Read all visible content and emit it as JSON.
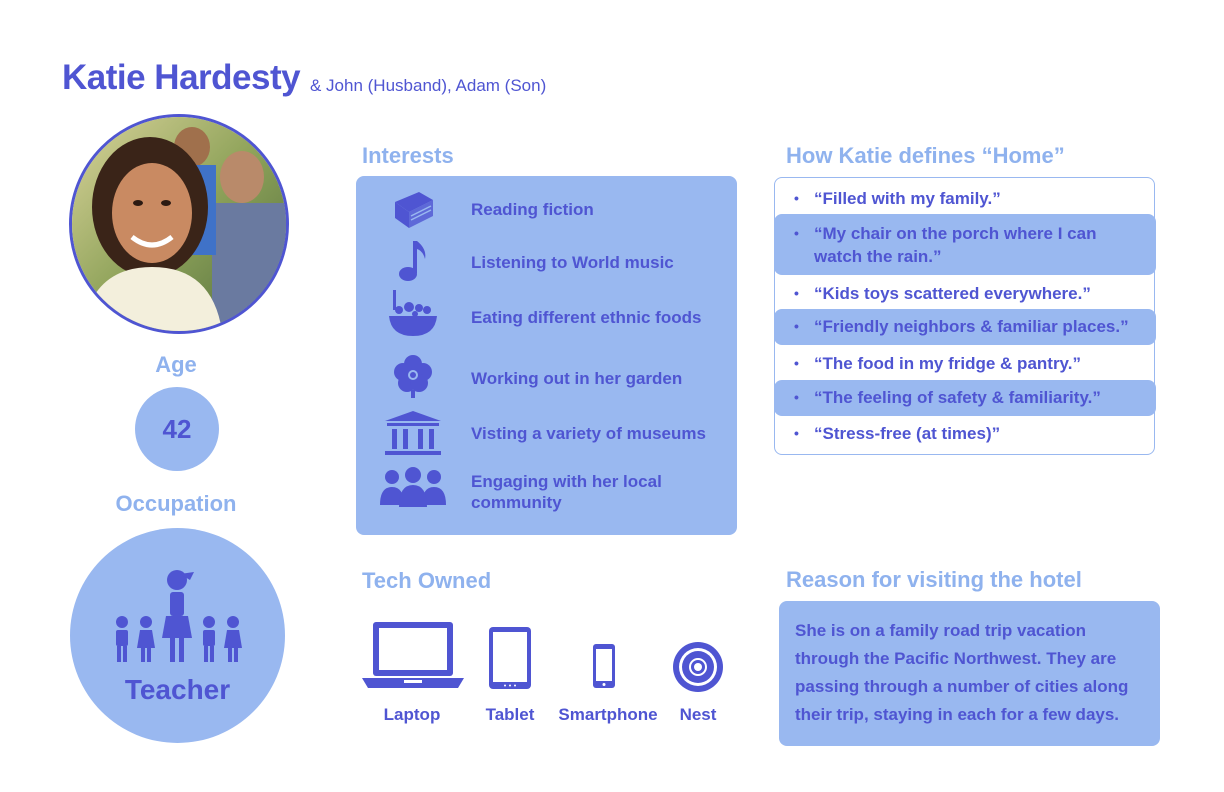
{
  "persona": {
    "name": "Katie Hardesty",
    "family": "& John (Husband), Adam (Son)",
    "age_label": "Age",
    "age": "42",
    "occupation_label": "Occupation",
    "occupation": "Teacher"
  },
  "interests": {
    "title": "Interests",
    "items": [
      {
        "label": "Reading fiction",
        "icon": "book-icon"
      },
      {
        "label": "Listening to World music",
        "icon": "music-note-icon"
      },
      {
        "label": "Eating different ethnic foods",
        "icon": "food-bowl-icon"
      },
      {
        "label": "Working out in her garden",
        "icon": "flower-icon"
      },
      {
        "label": "Visting a variety of museums",
        "icon": "museum-icon"
      },
      {
        "label": "Engaging with her local community",
        "icon": "community-icon"
      }
    ]
  },
  "home": {
    "title": "How Katie defines “Home”",
    "items": [
      "“Filled with my family.”",
      "“My chair on the porch where I can watch the rain.”",
      "“Kids toys scattered everywhere.”",
      "“Friendly neighbors & familiar places.”",
      "“The food in my fridge & pantry.”",
      "“The feeling of safety & familiarity.”",
      "“Stress-free (at times)”"
    ]
  },
  "tech": {
    "title": "Tech Owned",
    "items": [
      {
        "label": "Laptop",
        "icon": "laptop-icon"
      },
      {
        "label": "Tablet",
        "icon": "tablet-icon"
      },
      {
        "label": "Smartphone",
        "icon": "smartphone-icon"
      },
      {
        "label": "Nest",
        "icon": "nest-thermostat-icon"
      }
    ]
  },
  "reason": {
    "title": "Reason for visiting the hotel",
    "text": "She is on a family road trip vacation through the Pacific Northwest. They are passing through a number of cities along their trip, staying in each for a few days."
  },
  "colors": {
    "primary": "#4f55d2",
    "light": "#99b8f0",
    "heading_light": "#8fb2ee"
  }
}
